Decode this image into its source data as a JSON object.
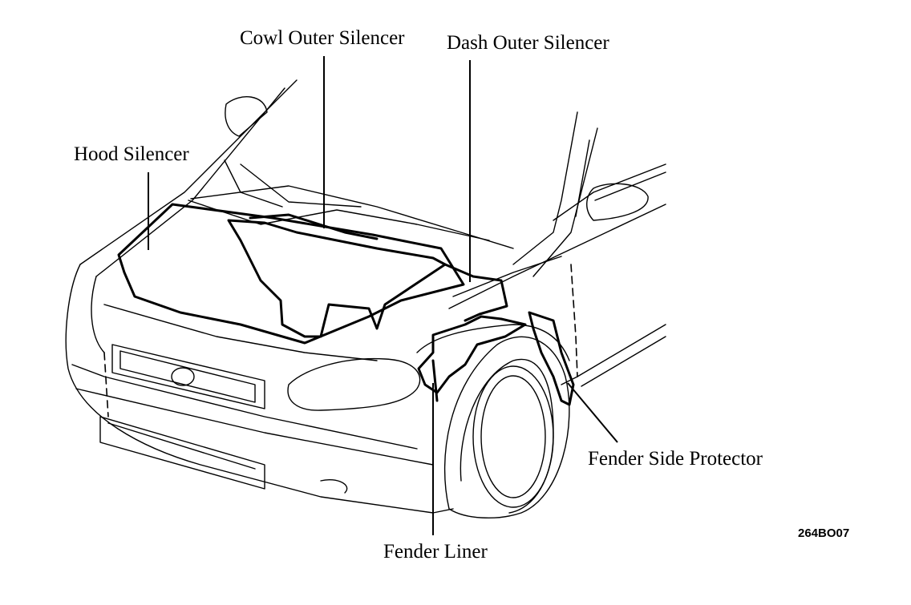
{
  "diagram": {
    "labels": {
      "cowl_outer_silencer": "Cowl Outer Silencer",
      "dash_outer_silencer": "Dash Outer Silencer",
      "hood_silencer": "Hood Silencer",
      "fender_side_protector": "Fender Side Protector",
      "fender_liner": "Fender Liner"
    },
    "figure_code": "264BO07"
  }
}
